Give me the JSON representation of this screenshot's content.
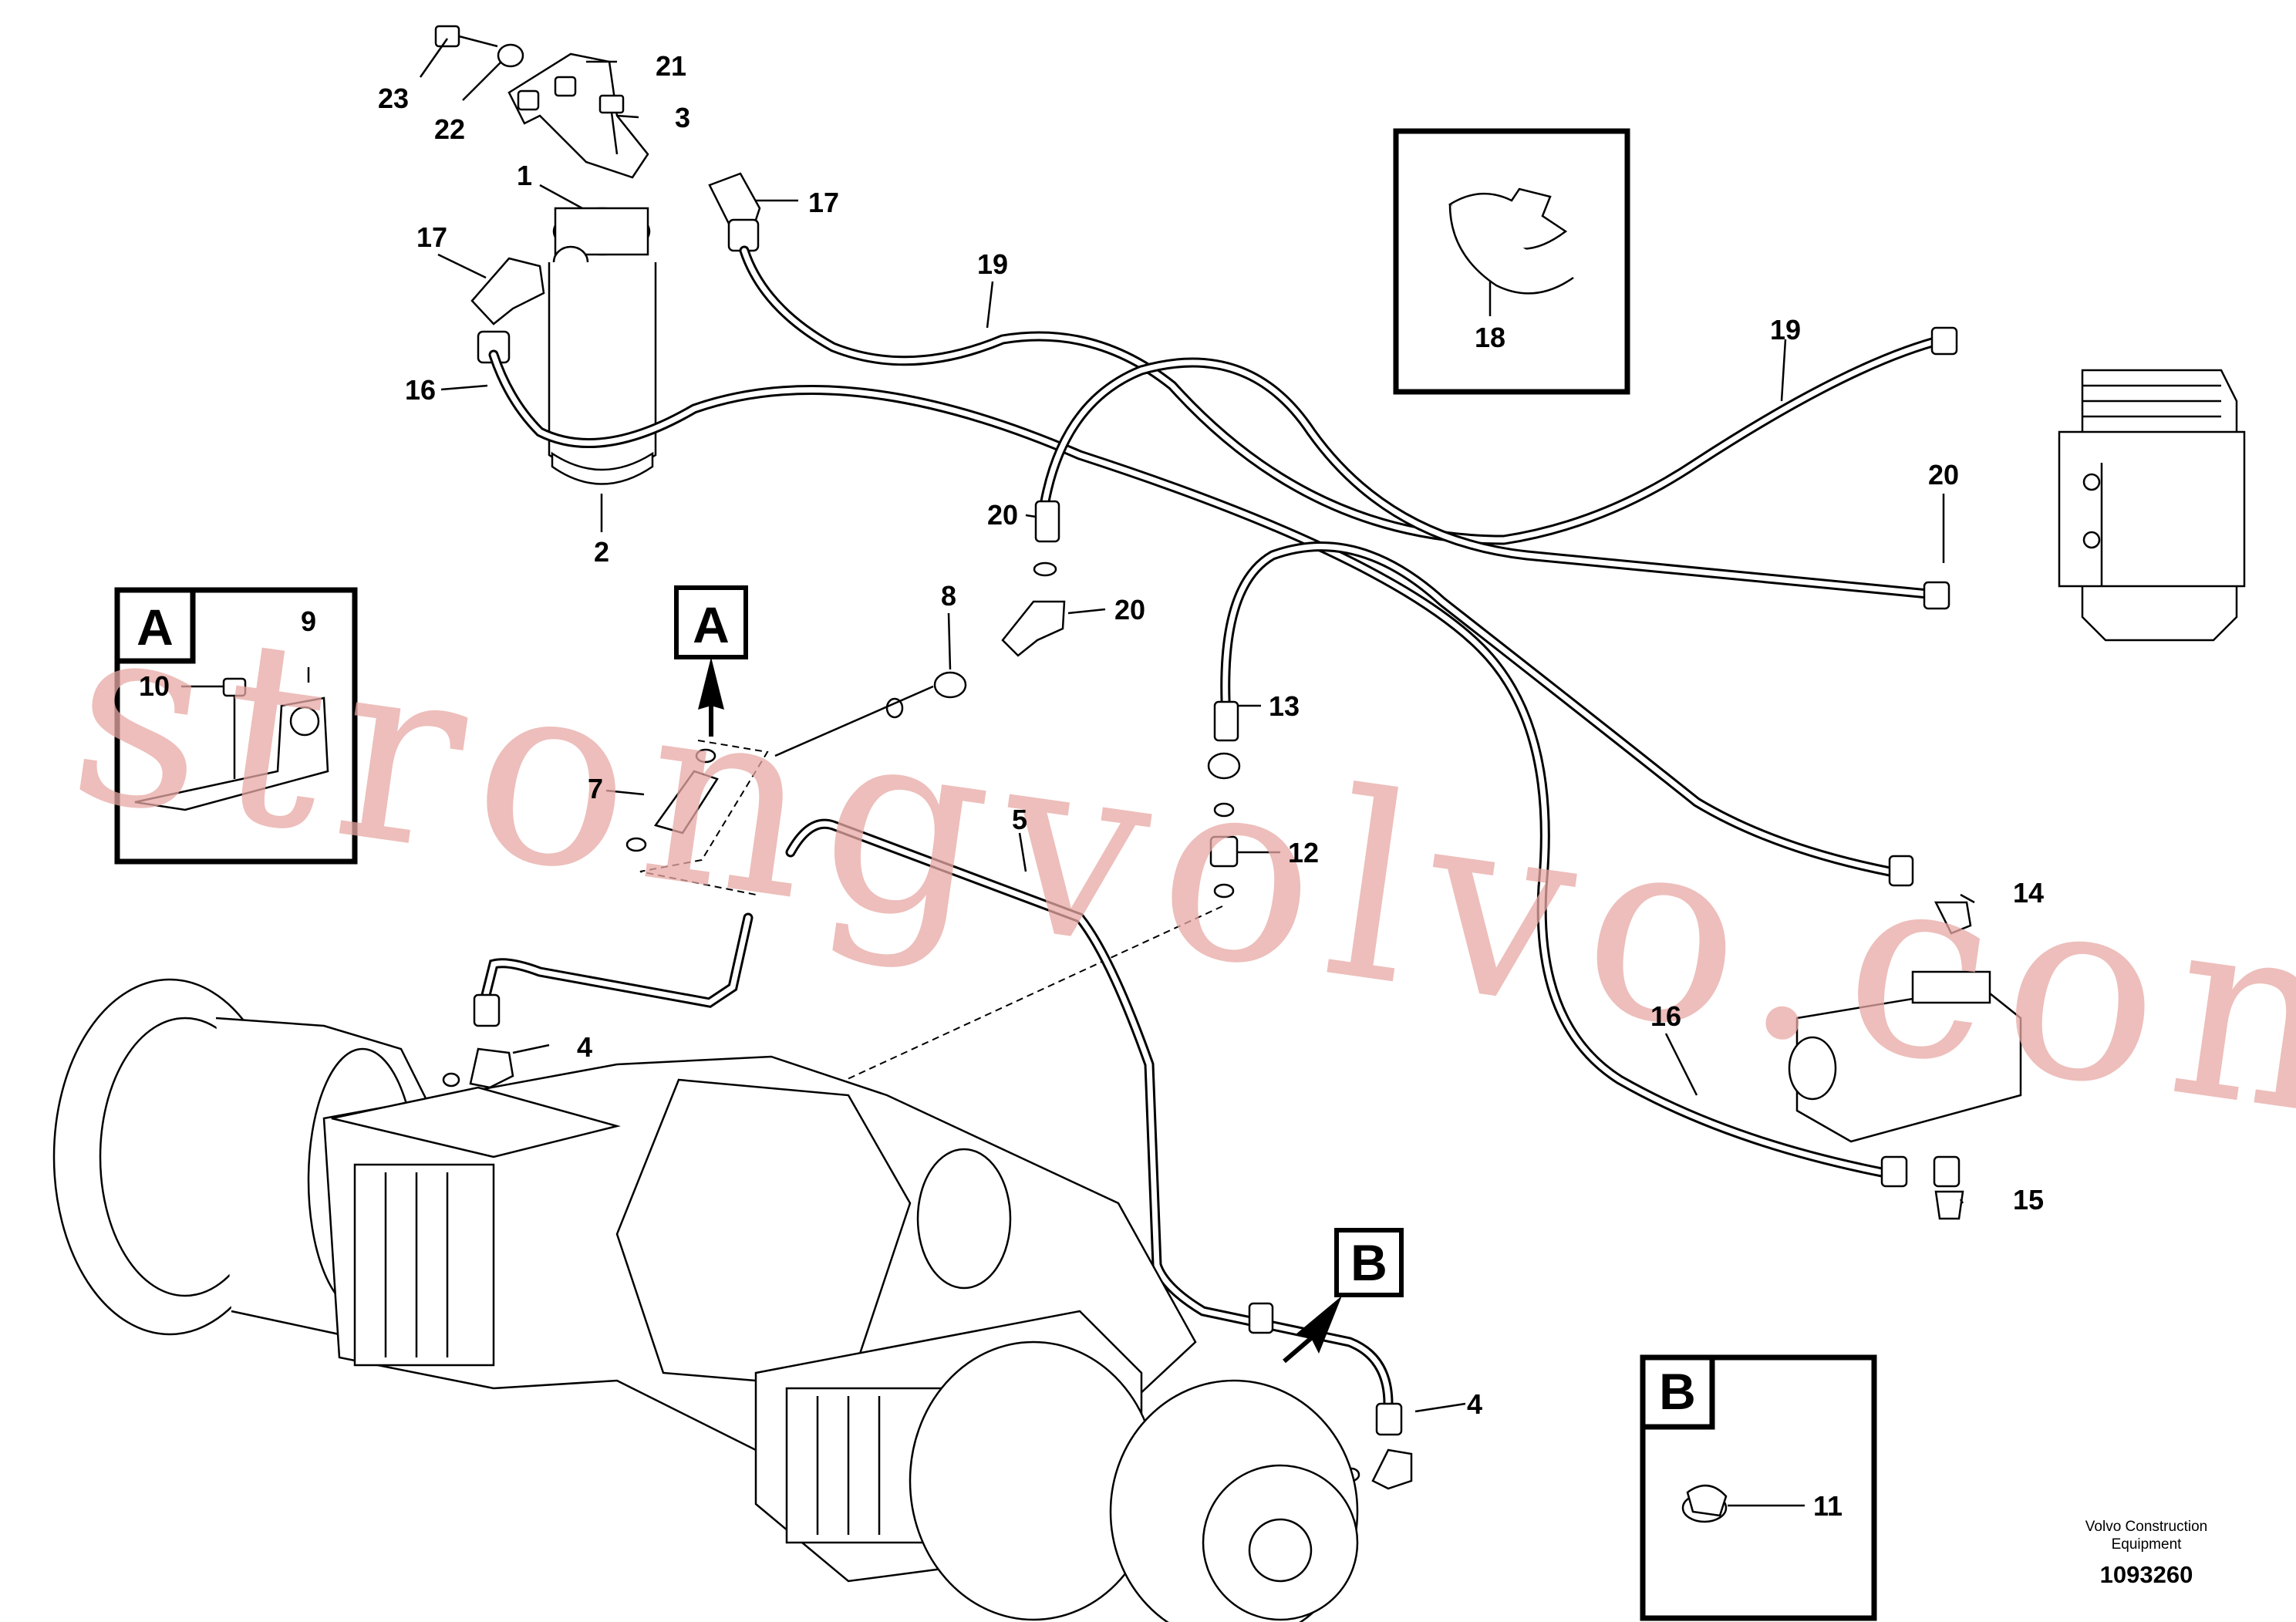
{
  "callouts": [
    {
      "label": "1"
    },
    {
      "label": "2"
    },
    {
      "label": "3"
    },
    {
      "label": "4"
    },
    {
      "label": "4"
    },
    {
      "label": "5"
    },
    {
      "label": "7"
    },
    {
      "label": "8"
    },
    {
      "label": "9"
    },
    {
      "label": "10"
    },
    {
      "label": "11"
    },
    {
      "label": "12"
    },
    {
      "label": "13"
    },
    {
      "label": "14"
    },
    {
      "label": "15"
    },
    {
      "label": "16"
    },
    {
      "label": "16"
    },
    {
      "label": "17"
    },
    {
      "label": "17"
    },
    {
      "label": "18"
    },
    {
      "label": "19"
    },
    {
      "label": "19"
    },
    {
      "label": "20"
    },
    {
      "label": "20"
    },
    {
      "label": "20"
    },
    {
      "label": "21"
    },
    {
      "label": "22"
    },
    {
      "label": "23"
    }
  ],
  "detail_views": {
    "a_box_letter": "A",
    "a_marker_letter": "A",
    "b_box_letter": "B",
    "b_marker_letter": "B"
  },
  "footer": {
    "company_line1": "Volvo Construction",
    "company_line2": "Equipment",
    "drawing_number": "1093260"
  },
  "watermark": "strongvolvo.com"
}
